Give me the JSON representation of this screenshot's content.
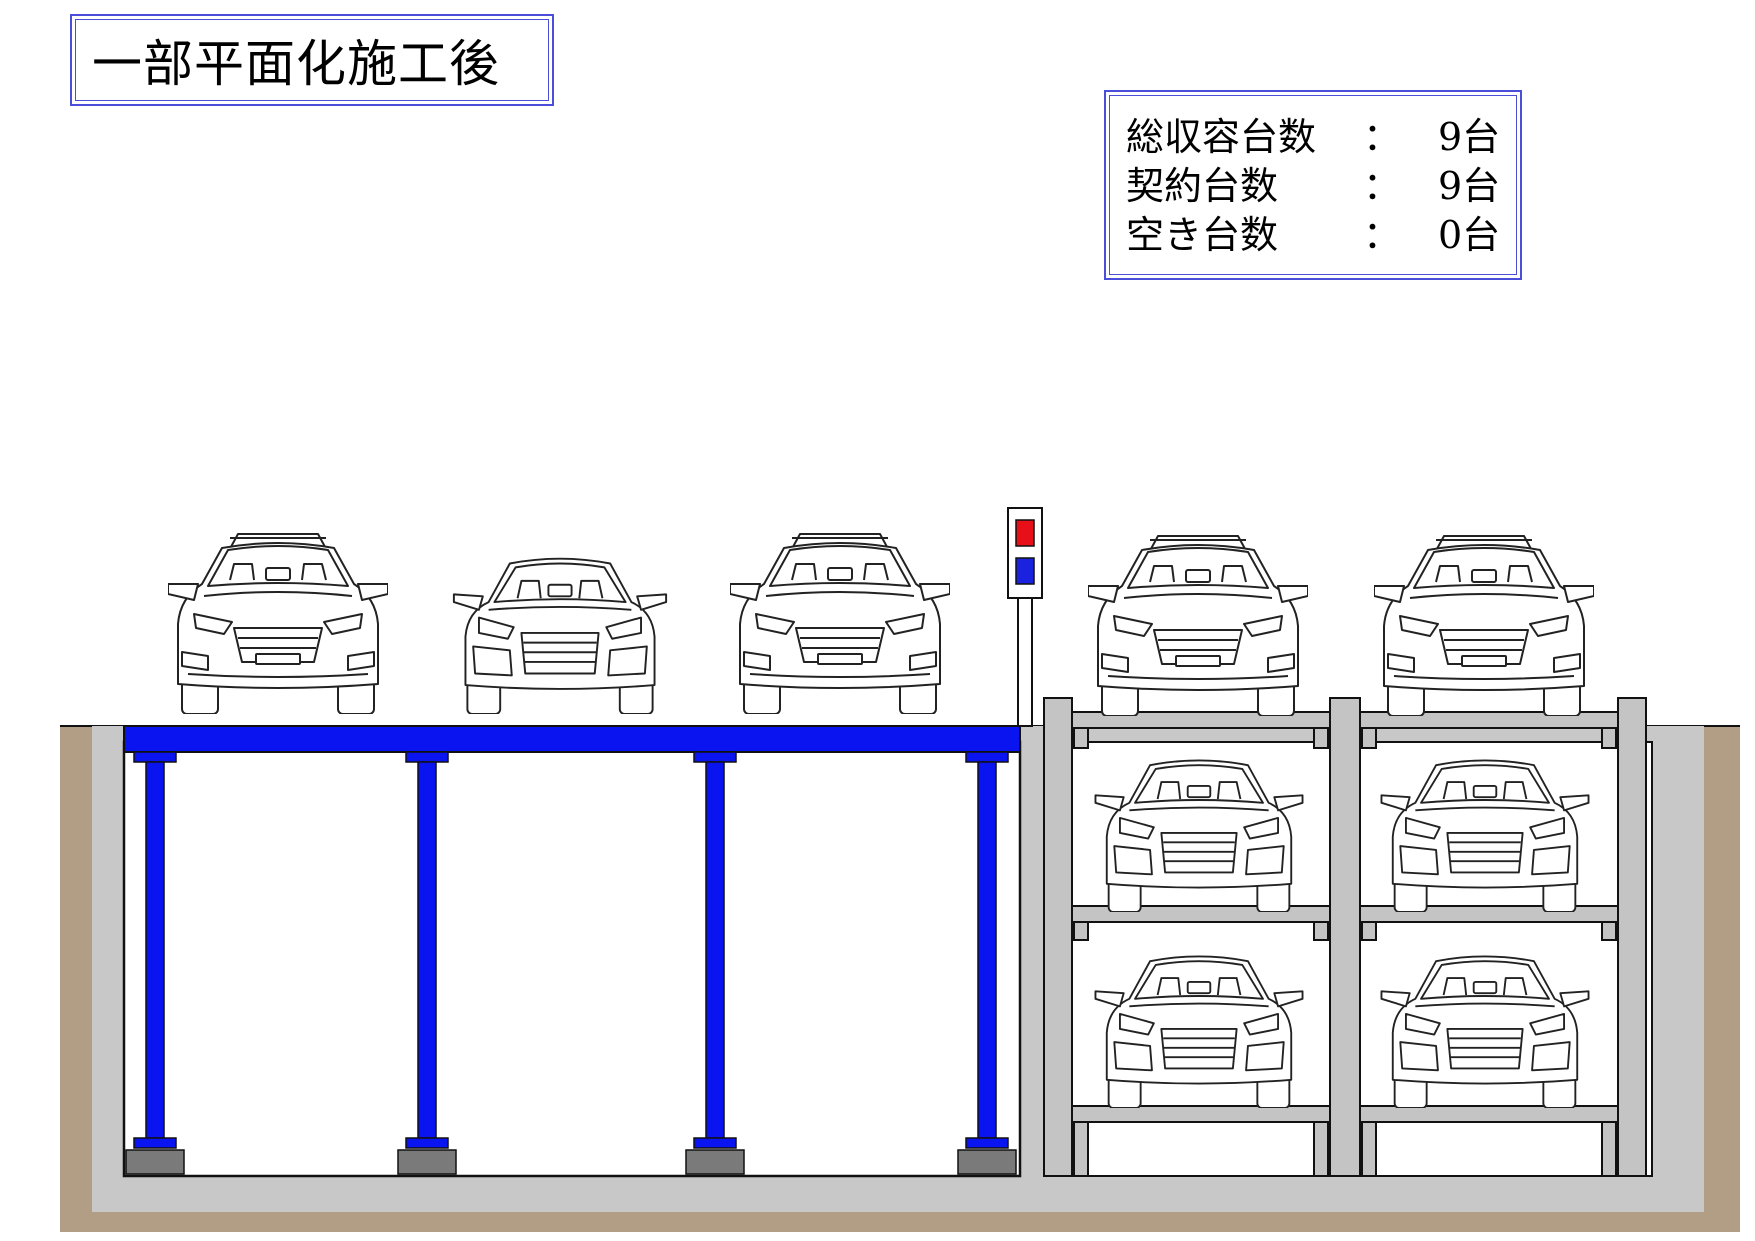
{
  "title": "一部平面化施工後",
  "stats": [
    {
      "label": "総収容台数",
      "colon": "：",
      "value": "9台"
    },
    {
      "label": "契約台数",
      "colon": "：",
      "value": "9台"
    },
    {
      "label": "空き台数",
      "colon": "：",
      "value": "0台"
    }
  ],
  "colors": {
    "soil": "#b29e85",
    "concrete": "#c8c8c8",
    "steel_blue": "#0a14f0",
    "signal_red": "#e81018",
    "signal_blue": "#1a22e0",
    "rack_gray": "#c4c4c4"
  },
  "icons": {
    "car": "car-front-icon",
    "signal": "signal-light-icon"
  }
}
